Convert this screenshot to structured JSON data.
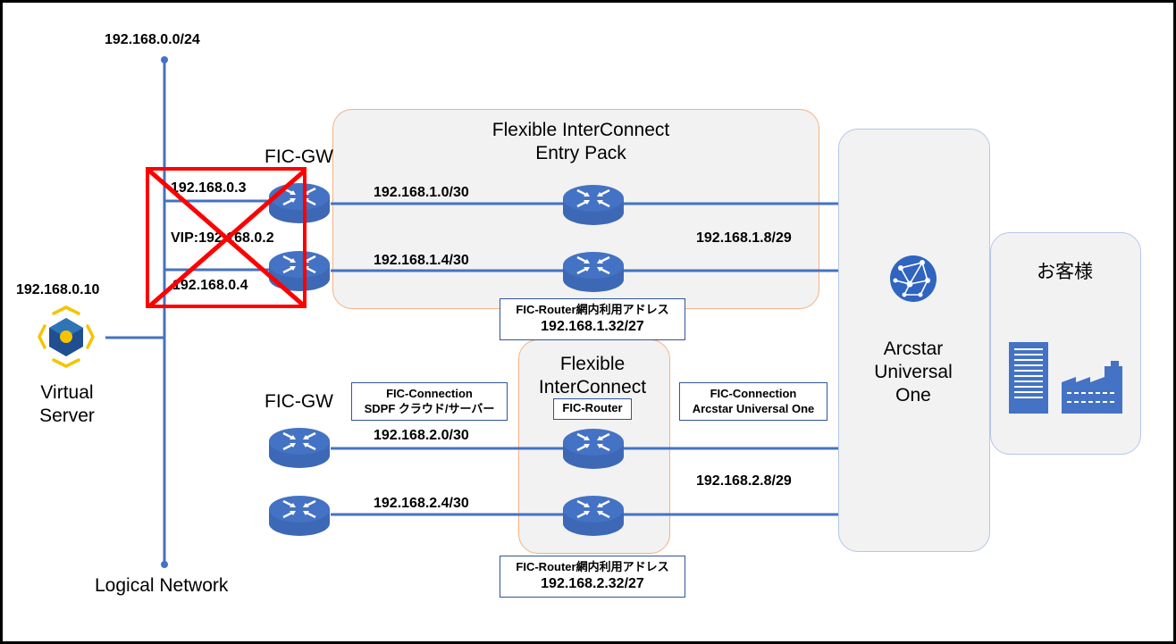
{
  "subnet_top": "192.168.0.0/24",
  "logical_network_label": "Logical Network",
  "server": {
    "ip": "192.168.0.10",
    "label_line1": "Virtual",
    "label_line2": "Server"
  },
  "fic_gw_top": {
    "label": "FIC-GW",
    "ip_a": "192.168.0.3",
    "vip": "VIP:192.168.0.2",
    "ip_b": "192.168.0.4"
  },
  "fic_gw_bottom": {
    "label": "FIC-GW"
  },
  "entry_pack": {
    "line1": "Flexible InterConnect",
    "line2": "Entry Pack"
  },
  "fic": {
    "line1": "Flexible",
    "line2": "InterConnect"
  },
  "arcstar": {
    "line1": "Arcstar",
    "line2": "Universal",
    "line3": "One"
  },
  "customer": {
    "label": "お客様"
  },
  "links": {
    "l1": "192.168.1.0/30",
    "l2": "192.168.1.4/30",
    "l3": "192.168.2.0/30",
    "l4": "192.168.2.4/30",
    "a1": "192.168.1.8/29",
    "a2": "192.168.2.8/29"
  },
  "notes": {
    "router_addr_1": {
      "title": "FIC-Router網内利用アドレス",
      "value": "192.168.1.32/27"
    },
    "router_addr_2": {
      "title": "FIC-Router網内利用アドレス",
      "value": "192.168.2.32/27"
    },
    "conn_sdpf": {
      "line1": "FIC-Connection",
      "line2": "SDPF クラウド/サーバー"
    },
    "conn_arcstar": {
      "line1": "FIC-Connection",
      "line2": "Arcstar Universal One"
    },
    "fic_router": "FIC-Router"
  },
  "colors": {
    "line": "#4472c4",
    "router": "#4472c4",
    "cross": "#ff0000",
    "peach_border": "#f4b183",
    "box_fill": "#f2f2f2"
  }
}
